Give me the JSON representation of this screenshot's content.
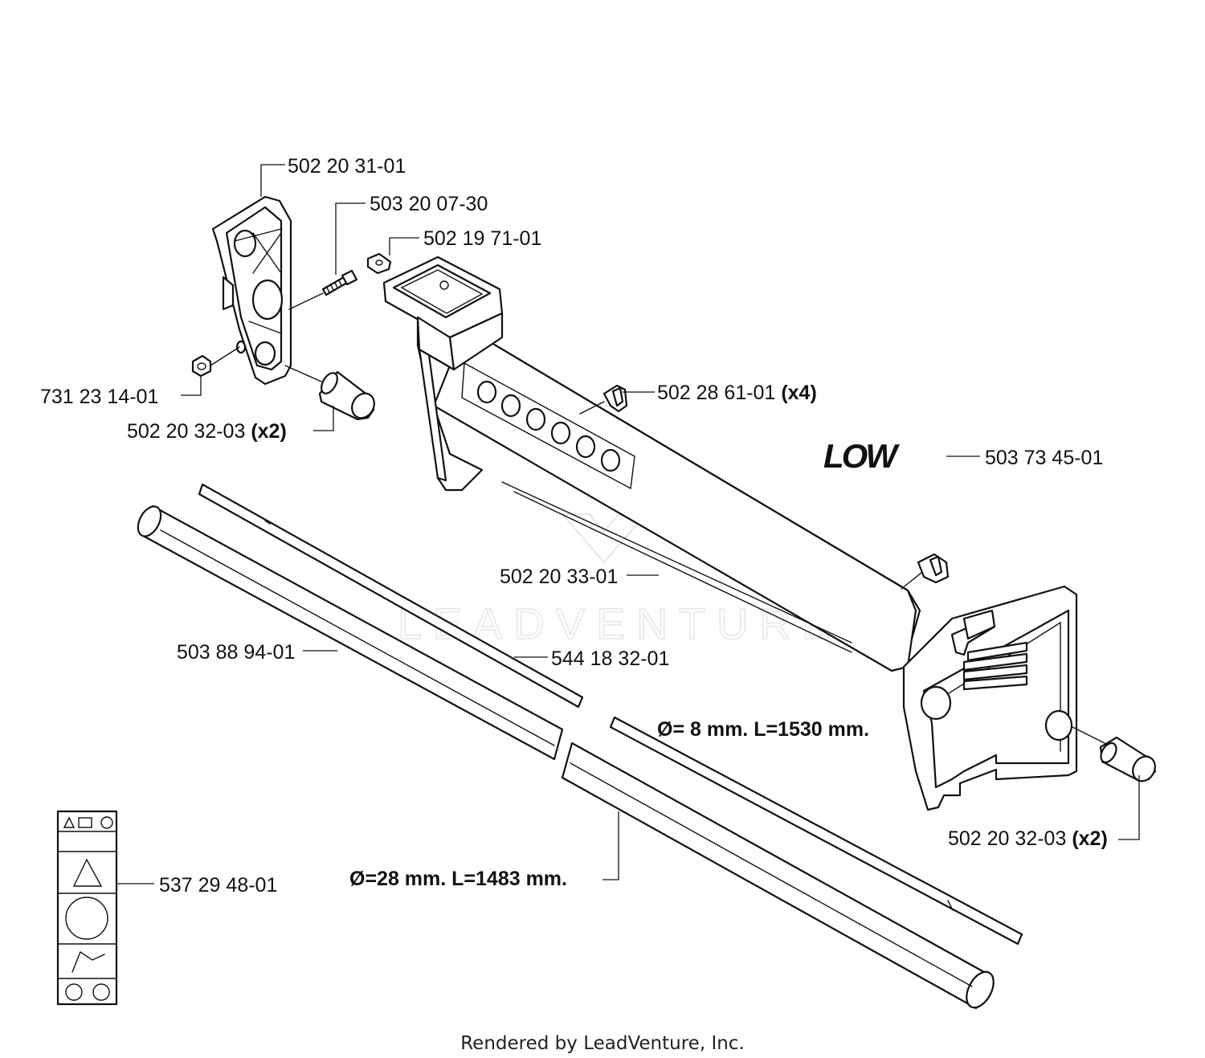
{
  "labels": {
    "p1": "502 20 31-01",
    "p2": "503 20 07-30",
    "p3": "502 19 71-01",
    "p4": "731 23 14-01",
    "p5": "502 20 32-03",
    "p5_qty": "(x2)",
    "p6": "502 28 61-01",
    "p6_qty": "(x4)",
    "p7": "503 73 45-01",
    "p8": "502 20 33-01",
    "p9": "503 88 94-01",
    "p10": "544 18 32-01",
    "p11": "Ø= 8 mm. L=1530 mm.",
    "p12": "Ø=28 mm. L=1483 mm.",
    "p13": "502 20 32-03",
    "p13_qty": "(x2)",
    "p14": "537 29 48-01"
  },
  "decal_text": "LOW",
  "watermark": "LEADVENTURE",
  "footer": "Rendered by LeadVenture, Inc."
}
